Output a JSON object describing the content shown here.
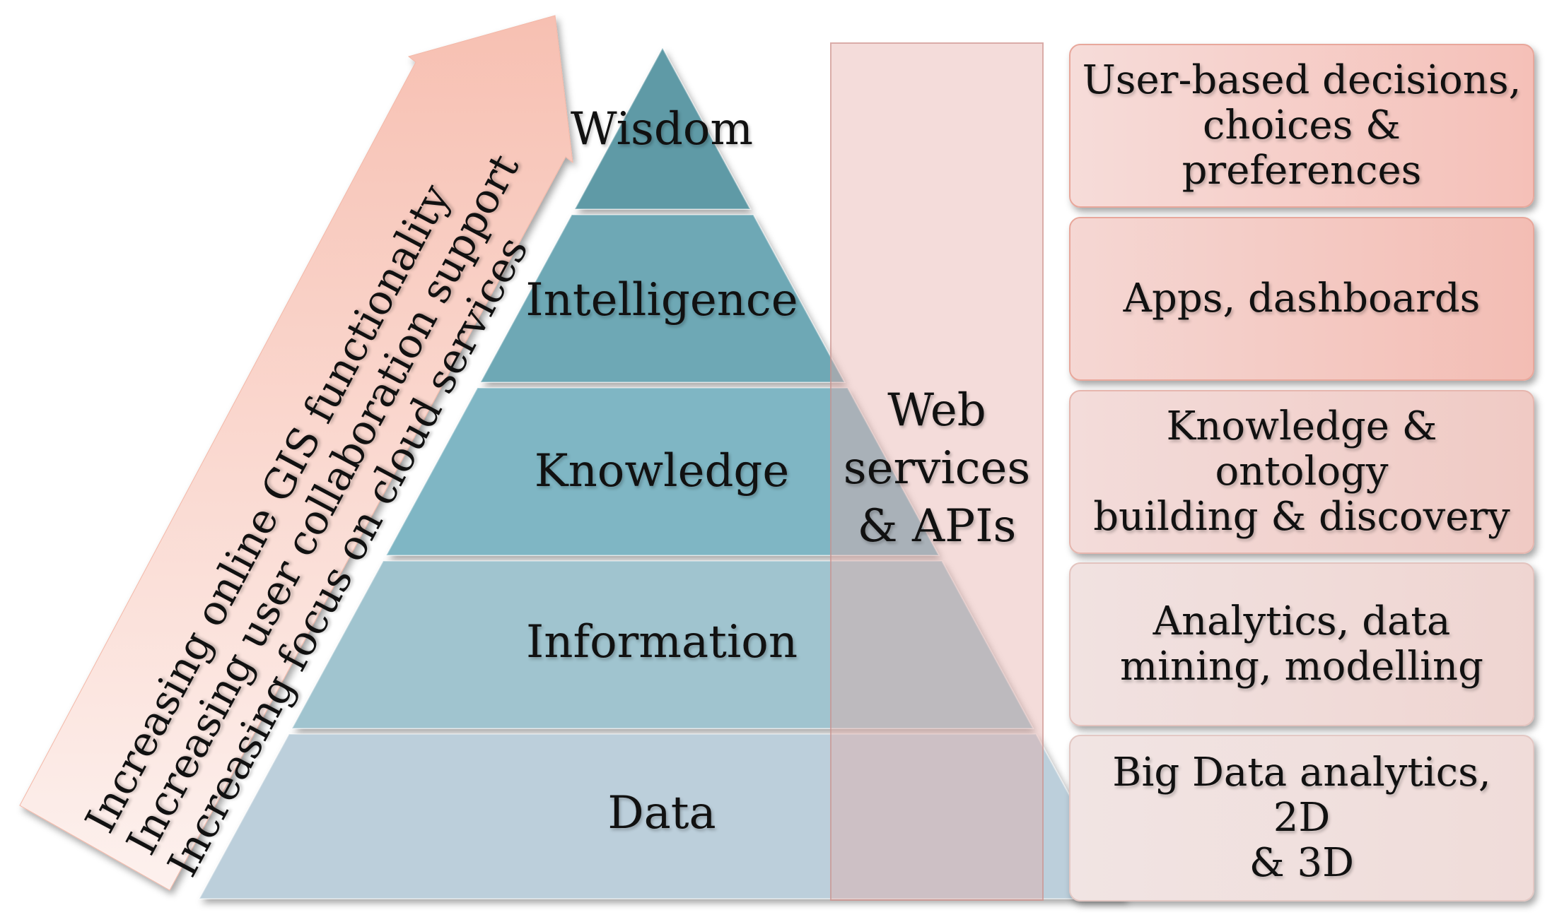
{
  "pyramid": {
    "layers": [
      {
        "label": "Wisdom"
      },
      {
        "label": "Intelligence"
      },
      {
        "label": "Knowledge"
      },
      {
        "label": "Information"
      },
      {
        "label": "Data"
      }
    ]
  },
  "arrow": {
    "lines": [
      "Increasing online GIS functionality",
      "Increasing user collaboration support",
      "Increasing focus on cloud services"
    ]
  },
  "web_panel": {
    "label": "Web\nservices\n& APIs"
  },
  "boxes": [
    {
      "text": "User-based decisions,\nchoices & preferences"
    },
    {
      "text": "Apps, dashboards"
    },
    {
      "text": "Knowledge & ontology\nbuilding & discovery"
    },
    {
      "text": "Analytics, data\nmining, modelling"
    },
    {
      "text": "Big Data analytics, 2D\n& 3D"
    }
  ],
  "colors": {
    "wisdom": "#5f9aa6",
    "intelligence": "#6ea8b5",
    "knowledge": "#7fb6c4",
    "information": "#a0c4cf",
    "data": "#bccfdb",
    "arrow_top": "#f7c2b4",
    "arrow_bottom": "#fdeeea"
  }
}
